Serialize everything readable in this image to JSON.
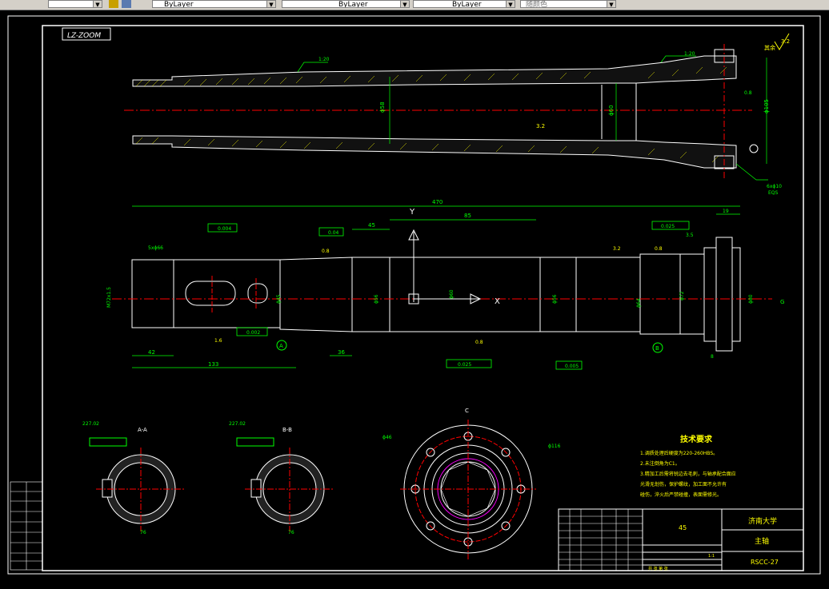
{
  "toolbar": {
    "layer_color": "ByLayer",
    "linetype": "ByLayer",
    "lineweight": "ByLayer",
    "plot_style": "随颜色"
  },
  "drawing": {
    "stamp": "LZ-ZOOM",
    "roughness_top_left": "3.2",
    "roughness_corner": "3.2",
    "roughness_corner_note": "其余",
    "taper_label_1": "1:20",
    "taper_label_2": "1:20",
    "diam_bore_1": "ϕ58",
    "diam_bore_2": "ϕ60",
    "diam_bore_3": "ϕ105",
    "flange_note_1": "6xϕ10",
    "flange_note_2": "EQS",
    "dim_total": "470",
    "dim_mid": "45",
    "dim_step": "85",
    "dim_left_42": "42",
    "dim_left_133": "133",
    "dim_left_36": "36",
    "dim_right_19": "19",
    "dim_right_35": "3.5",
    "dim_right_8": "8",
    "keyway_label": "5xϕ66",
    "thread_label": "M72x1.5",
    "tol_1": "0.004",
    "tol_2": "0.04",
    "tol_3": "0.025",
    "tol_4": "0.005",
    "tol_5": "0.025",
    "tol_6": "0.002",
    "axis_y": "Y",
    "axis_x": "X",
    "section_aa": "A-A",
    "section_bb": "B-B",
    "section_aa_dim": "76",
    "section_bb_dim": "76",
    "section_aa_top": "227.02",
    "section_bb_top": "227.02",
    "view_c": "C",
    "flange_dia_1": "ϕ46",
    "flange_dia_2": "ϕ116",
    "marker_a": "A",
    "marker_b": "B",
    "marker_c": "C",
    "marker_g": "G",
    "roughness_16": "1.6",
    "roughness_08": "0.8",
    "roughness_32": "3.2",
    "diam_45": "ϕ45",
    "diam_56": "ϕ56",
    "diam_60": "ϕ60",
    "diam_64": "ϕ64",
    "diam_72": "ϕ72",
    "diam_80": "ϕ80"
  },
  "tech_req": {
    "title": "技术要求",
    "lines": [
      "1.调质处理后硬度为220-260HBS。",
      "2.未注倒角为C1。",
      "3.精加工后需将锐边去毛刺，与轴承配合面应",
      "  光滑无划伤，保护螺纹，加工面不允许有",
      "  碰伤，淬火后严禁碰撞，表面需修光。"
    ]
  },
  "title_block": {
    "material": "45",
    "school": "济南大学",
    "part_name": "主轴",
    "drawing_no": "RSCC-27",
    "scale": "1:1",
    "sheet": "共  张  第  张"
  }
}
